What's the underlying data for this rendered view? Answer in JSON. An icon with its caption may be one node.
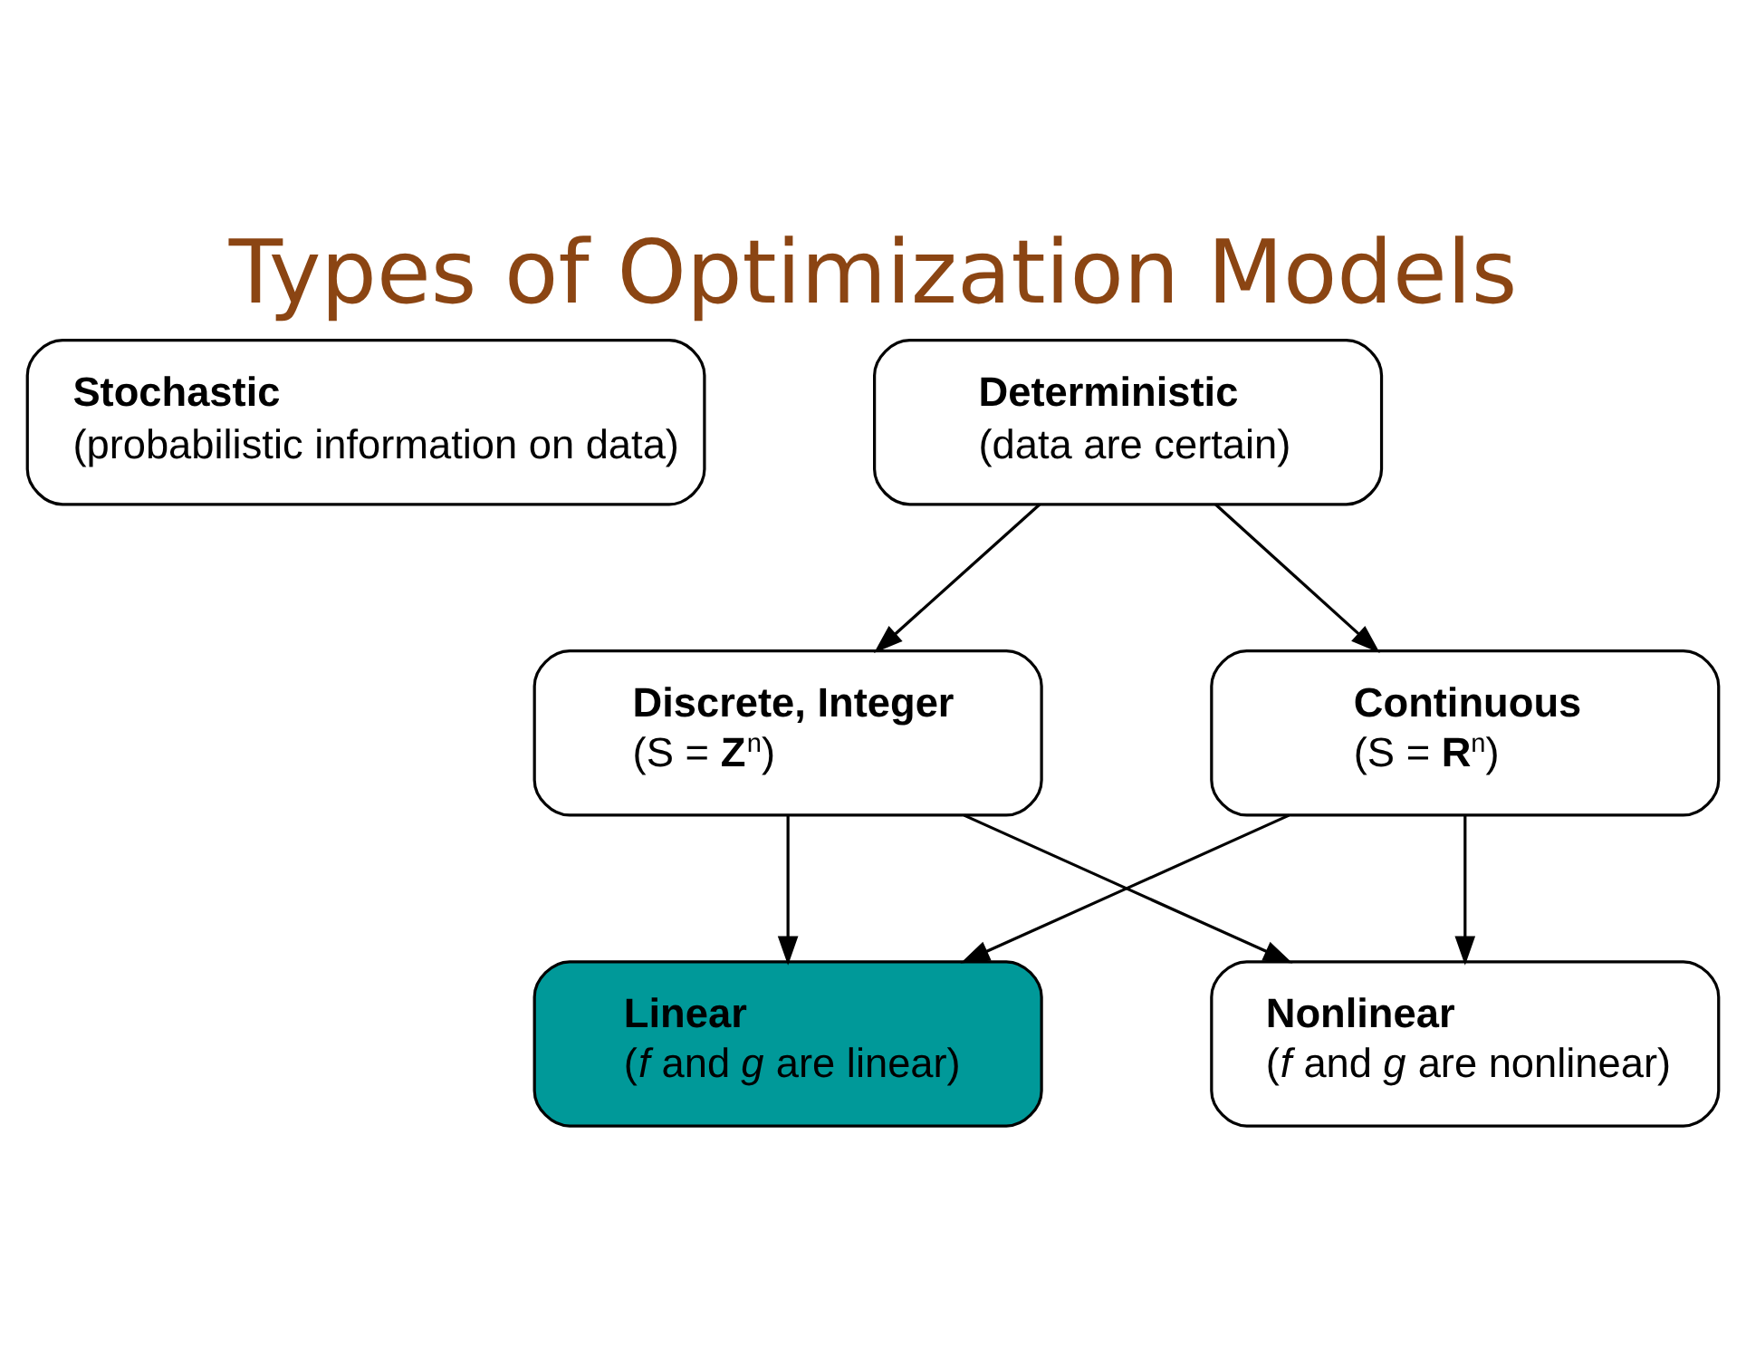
{
  "diagram": {
    "title": "Types of Optimization Models",
    "nodes": [
      {
        "text": [
          "Stochastic",
          "(probabilistic information on data)"
        ]
      },
      {
        "text": [
          "Deterministic",
          "(data are certain)"
        ]
      },
      {
        "text": [
          "Discrete, Integer",
          "(S = **Z**$^{n}$)"
        ]
      },
      {
        "text": [
          "Continuous",
          "(S = **R**$^{n}$)"
        ]
      },
      {
        "text": [
          "Linear",
          "(*f* and *g* are linear)"
        ]
      },
      {
        "text": [
          "Nonlinear",
          "(*f* and *g* are nonlinear)"
        ]
      }
    ],
    "edges": [
      {
        "from": 1,
        "to": 2,
        "arrow": "to"
      },
      {
        "from": 1,
        "to": 3,
        "arrow": "to"
      },
      {
        "from": 2,
        "to": 4,
        "arrow": "to"
      },
      {
        "from": 2,
        "to": 5,
        "arrow": "to"
      },
      {
        "from": 3,
        "to": 4,
        "arrow": "to"
      },
      {
        "from": 3,
        "to": 5,
        "arrow": "to"
      }
    ]
  }
}
